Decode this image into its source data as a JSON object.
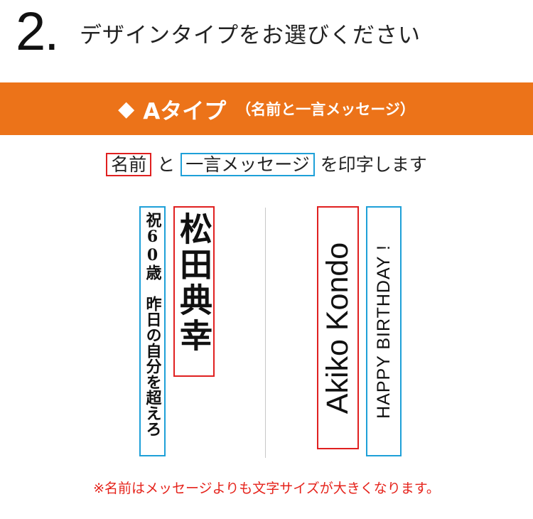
{
  "header": {
    "step_number": "2.",
    "title": "デザインタイプをお選びください"
  },
  "banner": {
    "diamond": "◆",
    "type_name": "Aタイプ",
    "type_sub": "（名前と一言メッセージ）"
  },
  "intro": {
    "name_label": "名前",
    "connector": "と",
    "message_label": "一言メッセージ",
    "suffix": "を印字します"
  },
  "sample_japanese": {
    "message": "祝60歳　昨日の自分を超えろ",
    "name": "松田典幸"
  },
  "sample_english": {
    "name": "Akiko Kondo",
    "message": "HAPPY BIRTHDAY !"
  },
  "colors": {
    "accent_orange": "#ec7319",
    "name_box_red": "#e02020",
    "message_box_blue": "#1ea0d8",
    "note_red": "#e5231b"
  },
  "note": "※名前はメッセージよりも文字サイズが大きくなります。"
}
